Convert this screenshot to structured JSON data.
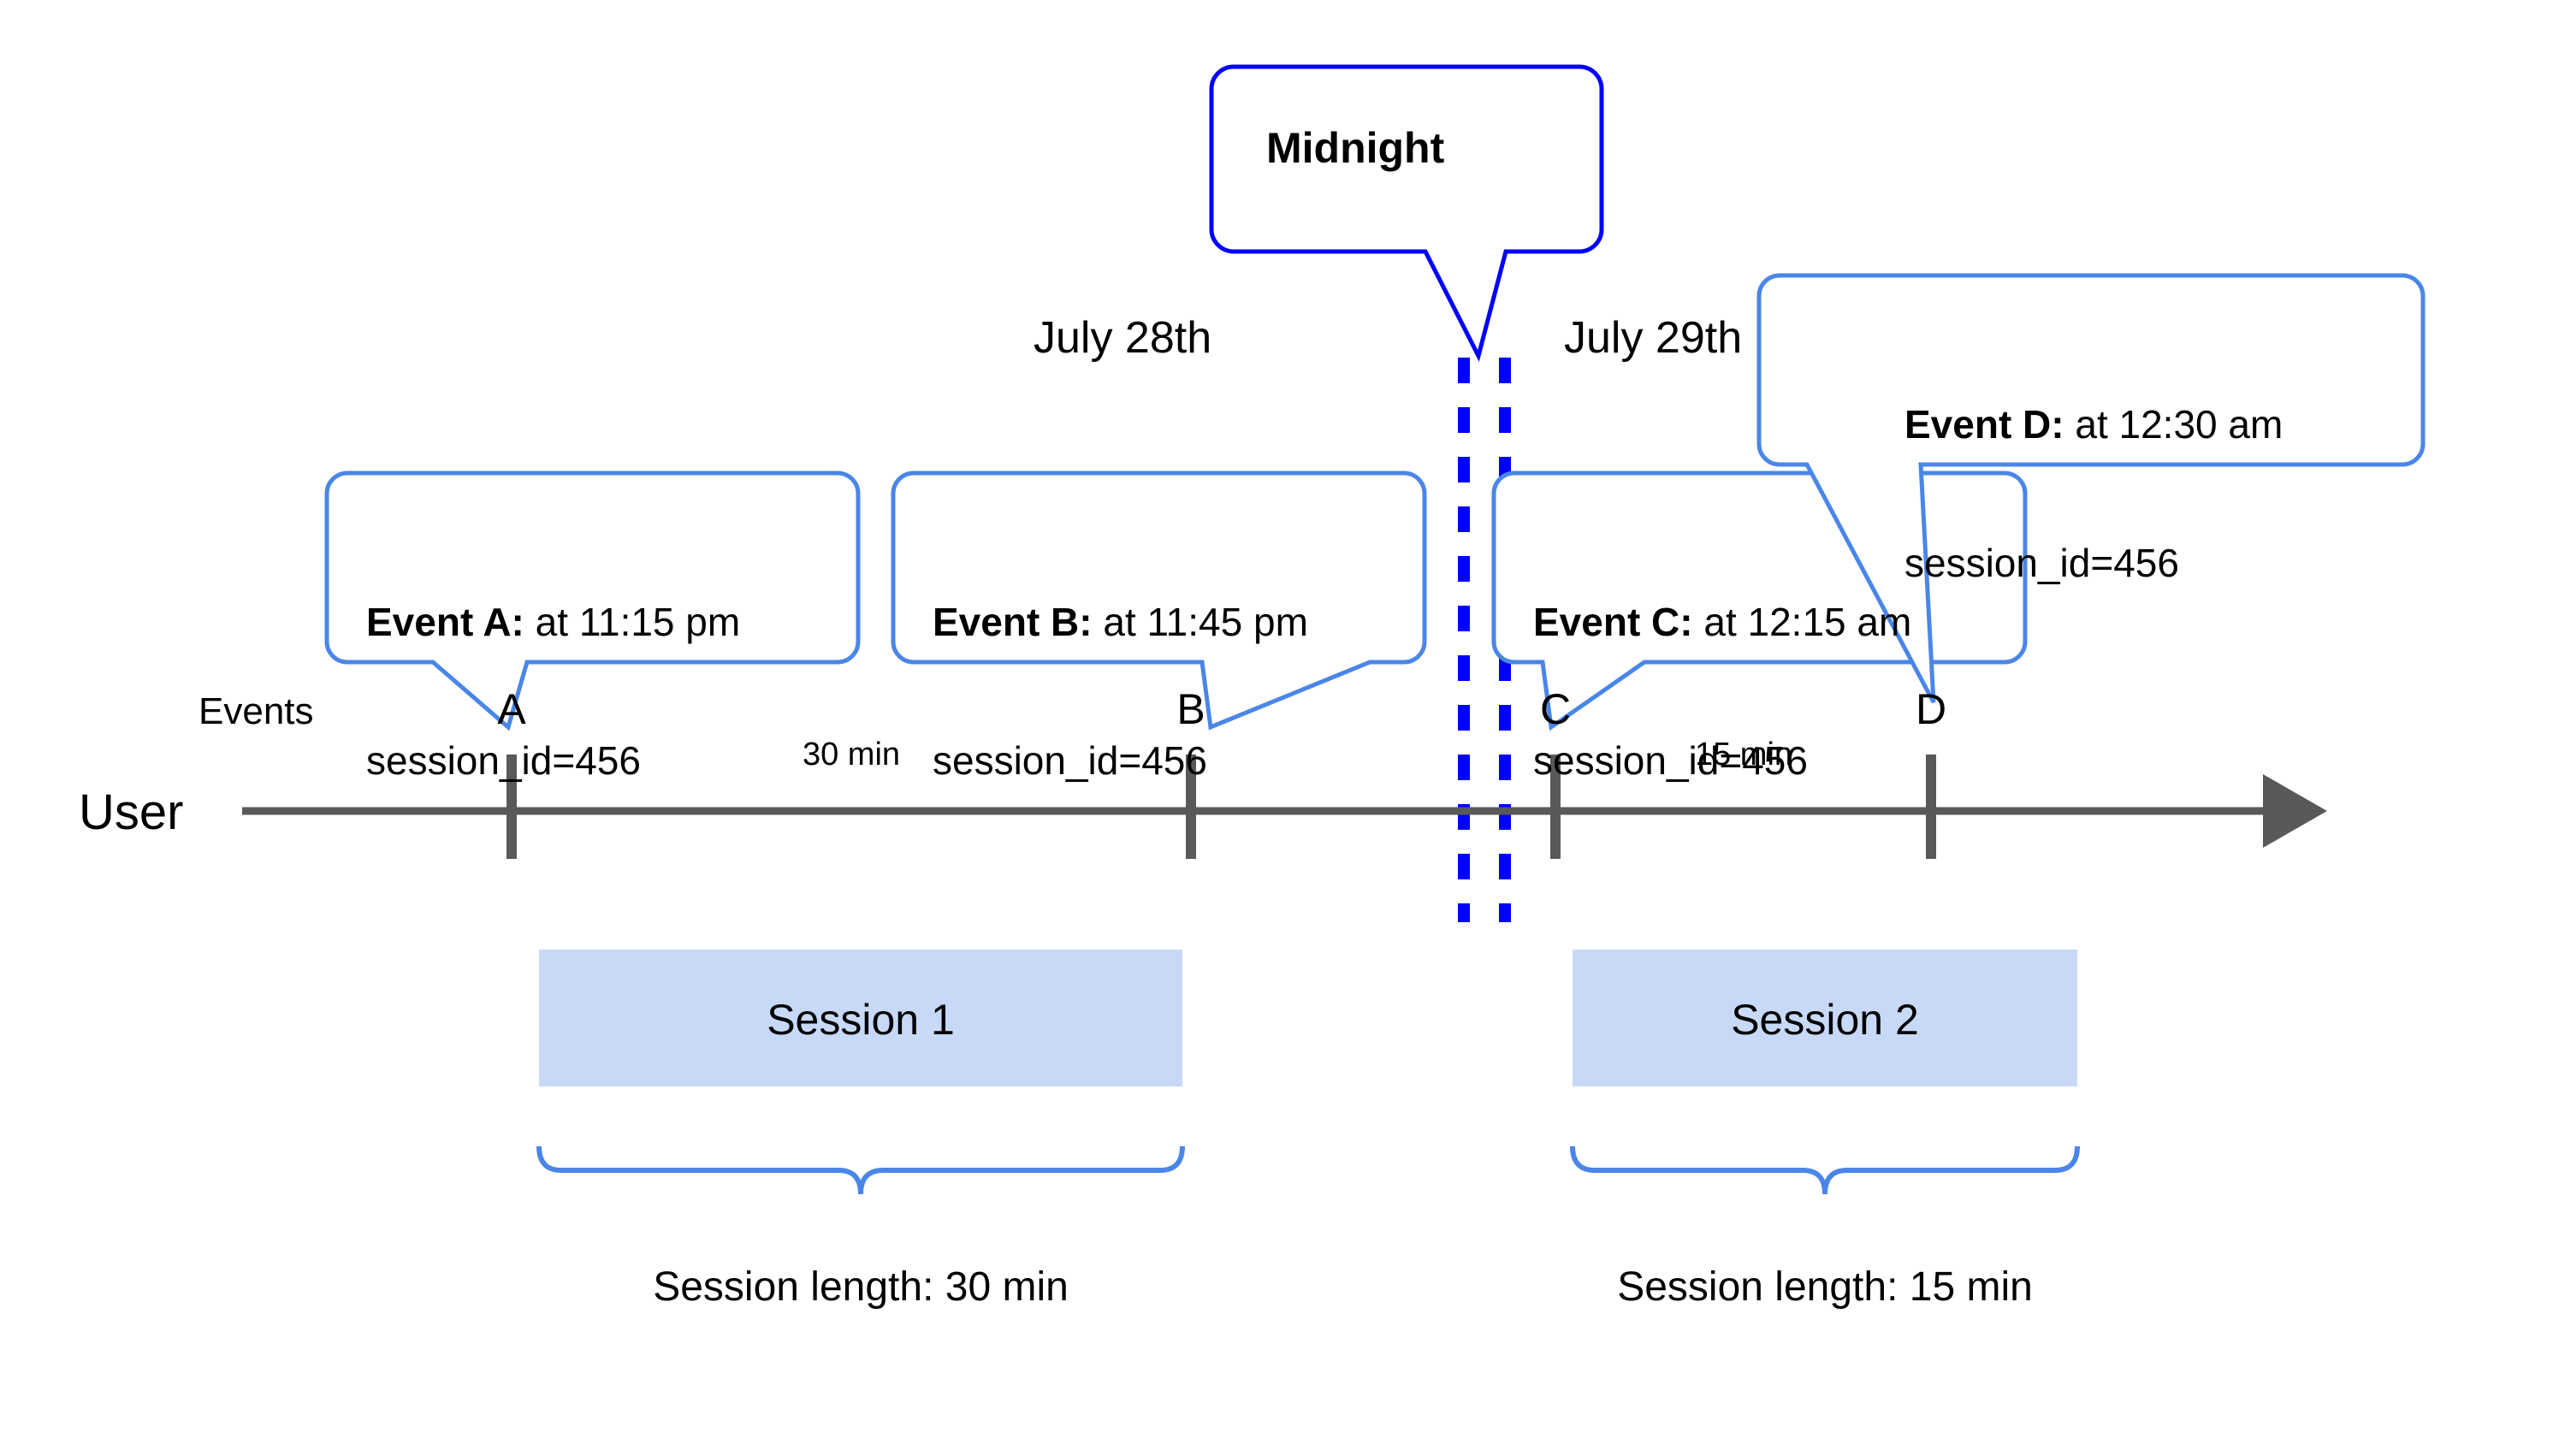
{
  "diagram": {
    "title_elements": {
      "row_label_user": "User",
      "row_label_events": "Events"
    },
    "colors": {
      "callout_border": "#4a86e8",
      "midnight_border": "#0000ff",
      "midnight_dashes": "#0000ff",
      "axis": "#595959",
      "tick": "#595959",
      "session_fill": "#c7d9f7",
      "brace": "#4a86e8",
      "text": "#000000",
      "background": "#ffffff"
    },
    "midnight_callout": {
      "label": "Midnight"
    },
    "dates": [
      {
        "label": "July 28th"
      },
      {
        "label": "July 29th"
      }
    ],
    "event_callouts": [
      {
        "id": "event-a",
        "bold_label": "Event A:",
        "time_text": " at 11:15 pm",
        "session_text": "session_id=456"
      },
      {
        "id": "event-b",
        "bold_label": "Event B:",
        "time_text": " at 11:45 pm",
        "session_text": "session_id=456"
      },
      {
        "id": "event-c",
        "bold_label": "Event C:",
        "time_text": " at 12:15 am",
        "session_text": "session_id=456"
      },
      {
        "id": "event-d",
        "bold_label": "Event D:",
        "time_text": " at 12:30 am",
        "session_text": "session_id=456"
      }
    ],
    "markers": [
      {
        "label": "A"
      },
      {
        "label": "B"
      },
      {
        "label": "C"
      },
      {
        "label": "D"
      }
    ],
    "intervals": [
      {
        "label": "30 min"
      },
      {
        "label": "15 min"
      }
    ],
    "sessions": [
      {
        "bar_label": "Session 1",
        "length_label": "Session length: 30 min"
      },
      {
        "bar_label": "Session 2",
        "length_label": "Session length: 15 min"
      }
    ]
  },
  "chart_data": {
    "type": "timeline",
    "title": "",
    "xlabel": "",
    "ylabel": "",
    "grid": false,
    "legend": "none",
    "axis_label": "User",
    "series_label": "Events",
    "day_boundary": {
      "label": "Midnight",
      "between": [
        "July 28th",
        "July 29th"
      ]
    },
    "events": [
      {
        "name": "A",
        "time": "11:15 pm",
        "date": "July 28th",
        "session_id": 456
      },
      {
        "name": "B",
        "time": "11:45 pm",
        "date": "July 28th",
        "session_id": 456
      },
      {
        "name": "C",
        "time": "12:15 am",
        "date": "July 29th",
        "session_id": 456
      },
      {
        "name": "D",
        "time": "12:30 am",
        "date": "July 29th",
        "session_id": 456
      }
    ],
    "gaps": [
      {
        "from": "A",
        "to": "B",
        "label": "30 min",
        "minutes": 30
      },
      {
        "from": "C",
        "to": "D",
        "label": "15 min",
        "minutes": 15
      }
    ],
    "sessions": [
      {
        "name": "Session 1",
        "events": [
          "A",
          "B"
        ],
        "length_label": "Session length: 30 min",
        "length_minutes": 30
      },
      {
        "name": "Session 2",
        "events": [
          "C",
          "D"
        ],
        "length_label": "Session length: 15 min",
        "length_minutes": 15
      }
    ]
  }
}
